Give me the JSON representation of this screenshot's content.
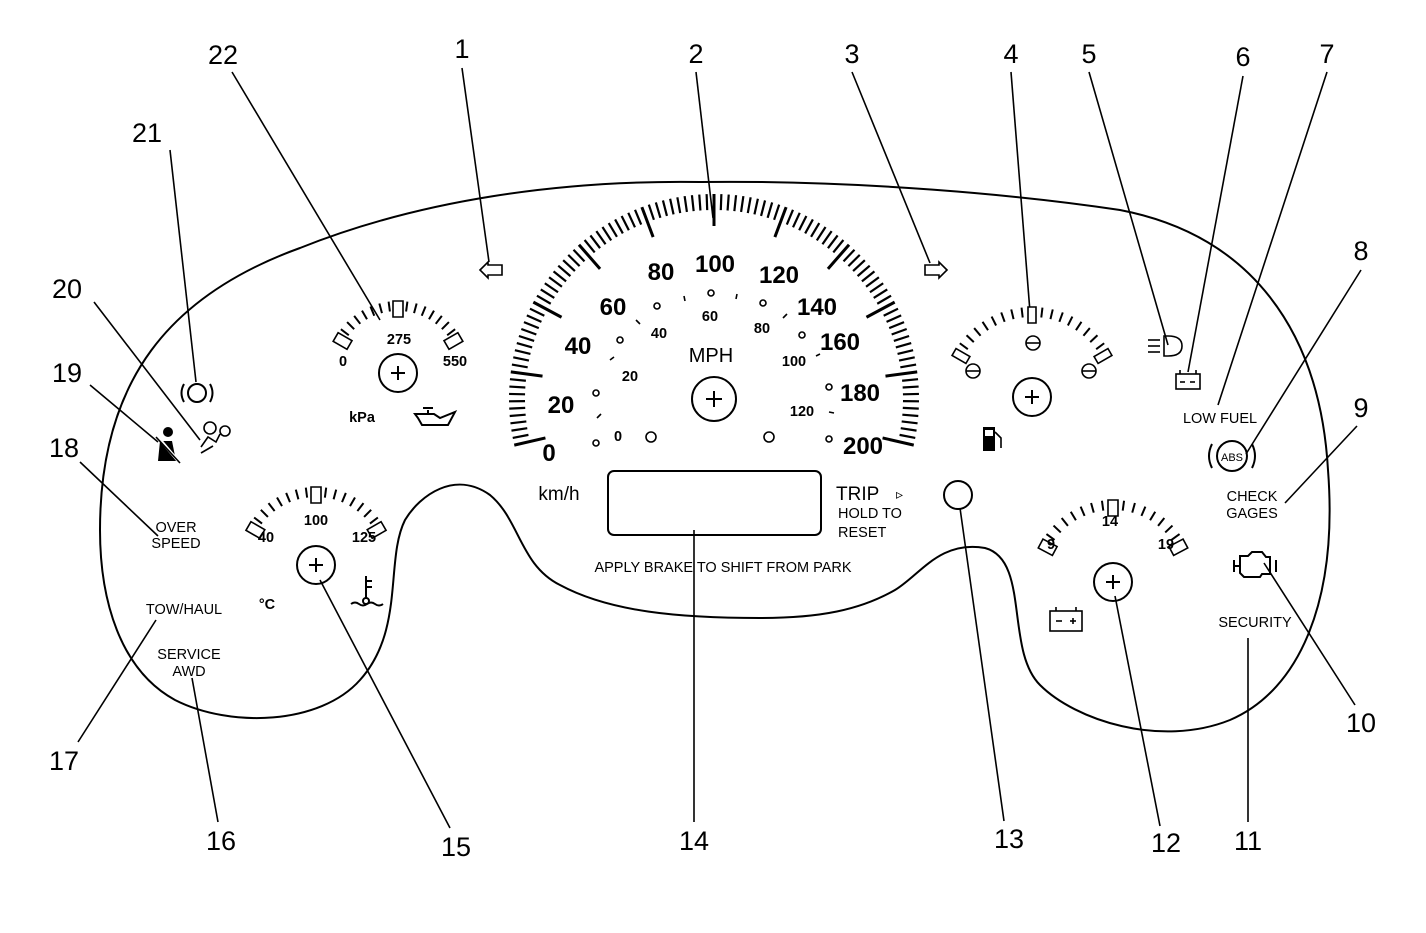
{
  "callouts": [
    "1",
    "2",
    "3",
    "4",
    "5",
    "6",
    "7",
    "8",
    "9",
    "10",
    "11",
    "12",
    "13",
    "14",
    "15",
    "16",
    "17",
    "18",
    "19",
    "20",
    "21",
    "22"
  ],
  "speedometer": {
    "mph_labels": [
      "0",
      "20",
      "40",
      "60",
      "80",
      "100",
      "120",
      "140",
      "160",
      "180",
      "200"
    ],
    "kmh_labels": [
      "0",
      "20",
      "40",
      "60",
      "80",
      "100",
      "120"
    ],
    "unit_mph": "MPH",
    "unit_kmh": "km/h",
    "trip_label": "TRIP",
    "trip_arrow": "▹",
    "hold_line1": "HOLD TO",
    "hold_line2": "RESET",
    "shift_message": "APPLY BRAKE TO SHIFT FROM PARK"
  },
  "oil_gauge": {
    "min": "0",
    "mid": "275",
    "max": "550",
    "unit": "kPa"
  },
  "temp_gauge": {
    "min": "40",
    "mid": "100",
    "max": "125",
    "unit": "°C"
  },
  "volt_gauge": {
    "min": "9",
    "mid": "14",
    "max": "19"
  },
  "indicators": {
    "over_speed_1": "OVER",
    "over_speed_2": "SPEED",
    "tow_haul": "TOW/HAUL",
    "service_awd_1": "SERVICE",
    "service_awd_2": "AWD",
    "low_fuel": "LOW FUEL",
    "abs": "ABS",
    "check_gages_1": "CHECK",
    "check_gages_2": "GAGES",
    "security": "SECURITY"
  },
  "icons": [
    "left-turn-arrow-icon",
    "right-turn-arrow-icon",
    "headlamp-icon",
    "battery-icon",
    "abs-icon",
    "check-engine-icon",
    "fuel-pump-icon",
    "coolant-temp-icon",
    "oil-can-icon",
    "brake-icon",
    "airbag-icon",
    "seatbelt-icon",
    "reset-button-icon"
  ]
}
